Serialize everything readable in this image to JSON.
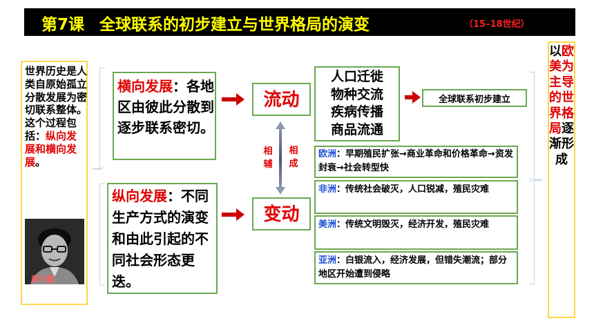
{
  "title": {
    "lesson": "第7课",
    "main": "全球联系的初步建立与世界格局的演变",
    "period": "（15–18世纪）"
  },
  "intro": {
    "text_black": "世界历史是人类自原始孤立分散发展为密切联系整体。这个过程包括：",
    "text_red": "纵向发展和横向发展",
    "text_end": "。",
    "portrait_name": "吴于廑"
  },
  "horizontal": {
    "heading": "横向发展",
    "colon": "：",
    "body": "各地区由彼此分散到逐步联系密切。"
  },
  "vertical": {
    "heading": "纵向发展",
    "colon": "：",
    "body": "不同生产方式的演变和由此引起的不同社会形态更迭。"
  },
  "flow": {
    "label": "流动",
    "items": [
      "人口迁徙",
      "物种交流",
      "疾病传播",
      "商品流通"
    ],
    "result": "全球联系初步建立"
  },
  "change": {
    "label": "变动"
  },
  "mutual": {
    "left": "相辅",
    "right": "相成"
  },
  "regions": [
    {
      "name": "欧洲",
      "colon": "：",
      "text": "早期殖民扩张→商业革命和价格革命→资发封衰→社会转型快"
    },
    {
      "name": "非洲",
      "colon": "：",
      "text": "传统社会破灭，人口锐减，殖民灾难"
    },
    {
      "name": "美洲",
      "colon": "：",
      "text": "传统文明毁灭，经济开发，殖民灾难"
    },
    {
      "name": "亚洲",
      "colon": "：",
      "text": "白银流入，经济发展，但错失潮流；部分地区开始遭到侵略"
    }
  ],
  "conclusion": {
    "prefix": "以",
    "red": "欧美为主导的世界格局",
    "suffix": "逐渐形成"
  },
  "colors": {
    "banner_bg": "#000000",
    "banner_text": "#ffff00",
    "accent_red": "#e00000",
    "box_green": "#6aa84f",
    "box_gold": "#ffd54a",
    "region_blue": "#1c4fd6"
  }
}
